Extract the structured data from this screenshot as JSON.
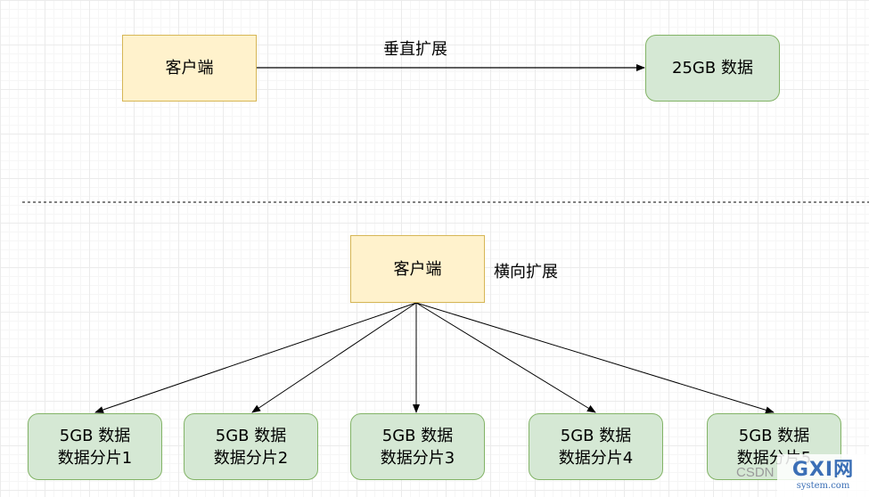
{
  "vertical": {
    "client_label": "客户端",
    "edge_label": "垂直扩展",
    "data_label": "25GB 数据"
  },
  "horizontal": {
    "client_label": "客户端",
    "edge_label": "横向扩展",
    "shards": [
      {
        "line1": "5GB 数据",
        "line2": "数据分片1"
      },
      {
        "line1": "5GB 数据",
        "line2": "数据分片2"
      },
      {
        "line1": "5GB 数据",
        "line2": "数据分片3"
      },
      {
        "line1": "5GB 数据",
        "line2": "数据分片4"
      },
      {
        "line1": "5GB 数据",
        "line2": "数据分片5"
      }
    ]
  },
  "watermark": {
    "text": "CSDN",
    "logo_main": "GXI网",
    "logo_sub": "system.com"
  },
  "colors": {
    "client_fill": "#fff2cc",
    "client_border": "#d6b656",
    "data_fill": "#d5e8d4",
    "data_border": "#82b366"
  }
}
